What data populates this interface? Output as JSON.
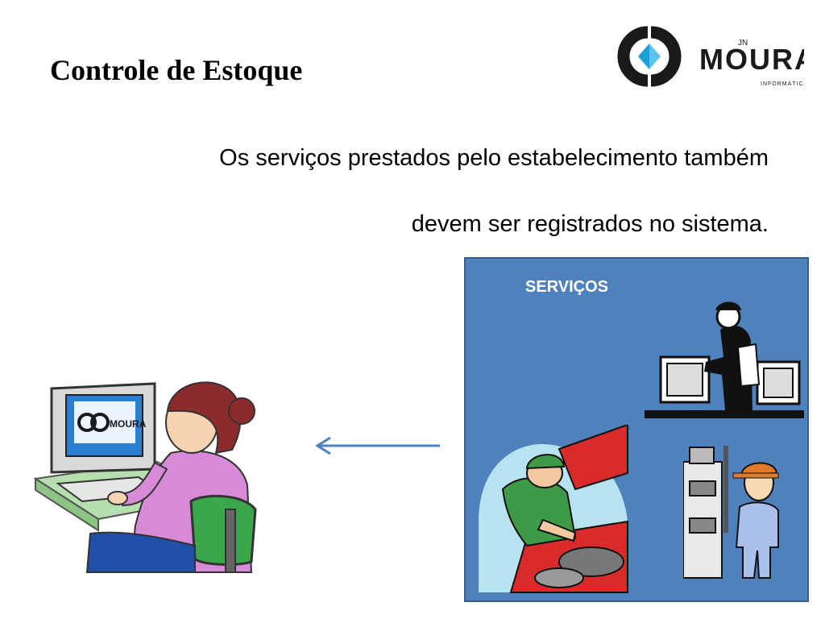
{
  "slide": {
    "title": "Controle de Estoque",
    "body_lines": [
      "Os serviços prestados pelo estabelecimento também",
      "devem ser registrados no sistema."
    ]
  },
  "logo": {
    "brand_text": "MOURA",
    "superscript": "JN",
    "subtitle": "INFORMÁTICA"
  },
  "monitor_logo": {
    "brand_text": "MOURA"
  },
  "services_panel": {
    "label": "SERVIÇOS"
  },
  "icons": {
    "arrow": "arrow-left-icon",
    "logo_mark": "moura-logo-mark-icon"
  },
  "colors": {
    "panel_fill": "#4f81bd",
    "panel_border": "#385d8a",
    "arrow": "#4f81bd",
    "logo_dark": "#1a1a1a",
    "logo_accent": "#1aa0d8"
  }
}
